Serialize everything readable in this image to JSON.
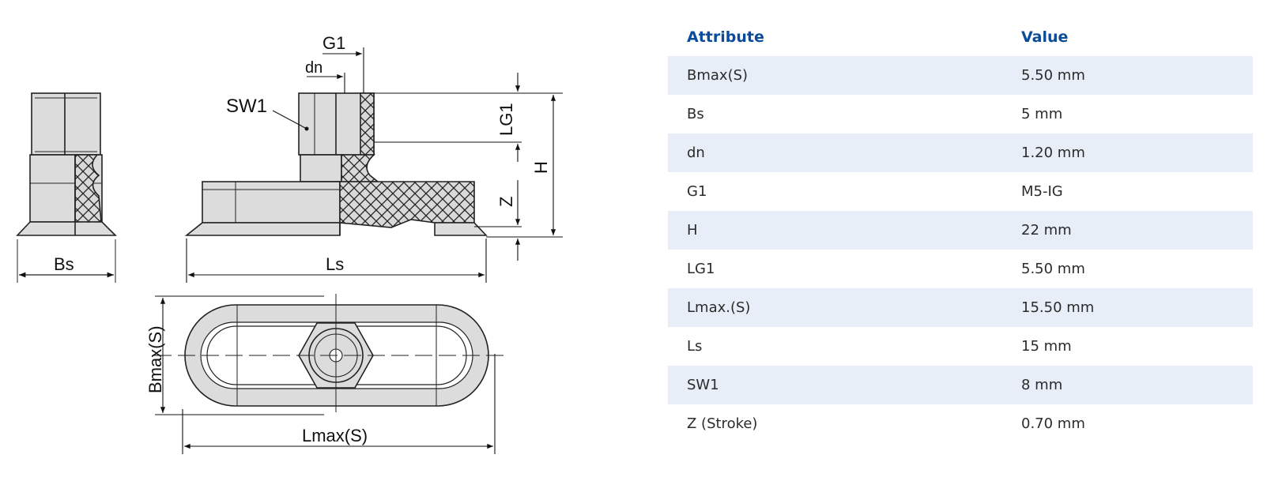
{
  "diagram": {
    "labels": {
      "g1": "G1",
      "dn": "dn",
      "sw1": "SW1",
      "lg1": "LG1",
      "h": "H",
      "z": "Z",
      "bs": "Bs",
      "ls": "Ls",
      "bmax": "Bmax(S)",
      "lmax": "Lmax(S)"
    }
  },
  "table": {
    "header": {
      "attribute": "Attribute",
      "value": "Value"
    },
    "rows": [
      {
        "attribute": "Bmax(S)",
        "value": "5.50 mm"
      },
      {
        "attribute": "Bs",
        "value": "5 mm"
      },
      {
        "attribute": "dn",
        "value": "1.20 mm"
      },
      {
        "attribute": "G1",
        "value": "M5-IG"
      },
      {
        "attribute": "H",
        "value": "22 mm"
      },
      {
        "attribute": "LG1",
        "value": "5.50 mm"
      },
      {
        "attribute": "Lmax.(S)",
        "value": "15.50 mm"
      },
      {
        "attribute": "Ls",
        "value": "15 mm"
      },
      {
        "attribute": "SW1",
        "value": "8 mm"
      },
      {
        "attribute": "Z (Stroke)",
        "value": "0.70 mm"
      }
    ]
  }
}
